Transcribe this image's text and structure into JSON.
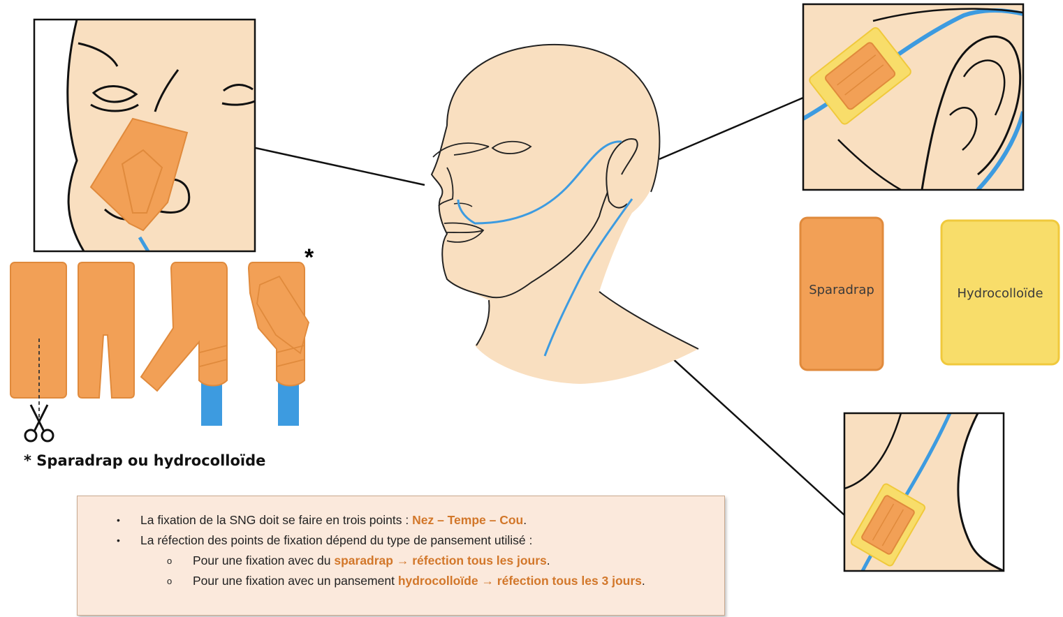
{
  "figure": {
    "star_marker": "*",
    "note": "* Sparadrap ou hydrocolloïde",
    "legend": {
      "sparadrap_label": "Sparadrap",
      "hydrocolloide_label": "Hydrocolloïde"
    },
    "colors": {
      "skin": "#f9dfc0",
      "sparadrap": "#f2a056",
      "sparadrap_border": "#e08a3c",
      "hydrocolloide": "#f8dd6a",
      "hydrocolloide_border": "#f0c93c",
      "tube": "#3d9be0",
      "info_background": "#fbe9dc",
      "highlight": "#d2772a"
    },
    "icons": [
      "scissors-icon"
    ]
  },
  "info": {
    "bullet1": {
      "text": "La fixation de la SNG doit se faire en trois points : ",
      "highlight": "Nez – Tempe – Cou",
      "end": "."
    },
    "bullet2": {
      "text": "La réfection des points de fixation dépend du type de pansement utilisé :"
    },
    "sub1": {
      "text": "Pour une fixation avec du ",
      "highlight1": "sparadrap",
      "arrow": " → ",
      "highlight2": "réfection tous les jours",
      "end": "."
    },
    "sub2": {
      "text": "Pour une fixation avec un pansement ",
      "highlight1": "hydrocolloïde",
      "arrow": " → ",
      "highlight2": "réfection tous les 3 jours",
      "end": "."
    },
    "bullet_symbol": "•",
    "sub_bullet_symbol": "o"
  }
}
